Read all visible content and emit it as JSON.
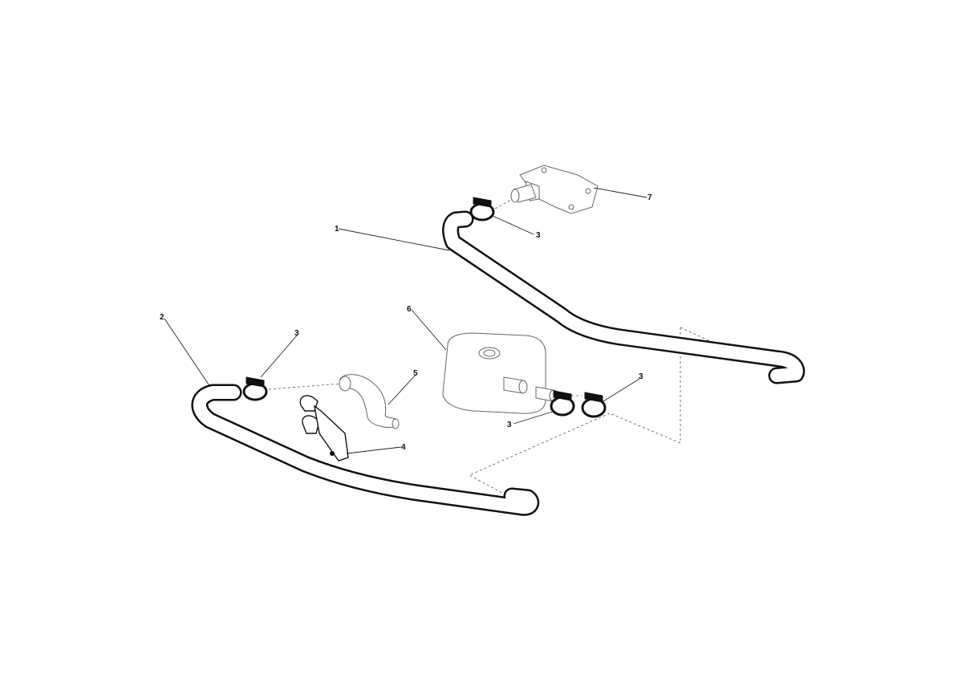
{
  "callouts": [
    {
      "key": "hose_1",
      "label": "1"
    },
    {
      "key": "hose_2",
      "label": "2"
    },
    {
      "key": "clamp_a",
      "label": "3"
    },
    {
      "key": "clamp_b",
      "label": "3"
    },
    {
      "key": "clamp_c",
      "label": "3"
    },
    {
      "key": "clamp_d",
      "label": "3"
    },
    {
      "key": "bracket",
      "label": "4"
    },
    {
      "key": "elbow_pipe",
      "label": "5"
    },
    {
      "key": "cooler",
      "label": "6"
    },
    {
      "key": "thermostat_cover",
      "label": "7"
    }
  ],
  "colors": {
    "line": "#111111",
    "part_outline": "#666666",
    "background": "#ffffff"
  }
}
